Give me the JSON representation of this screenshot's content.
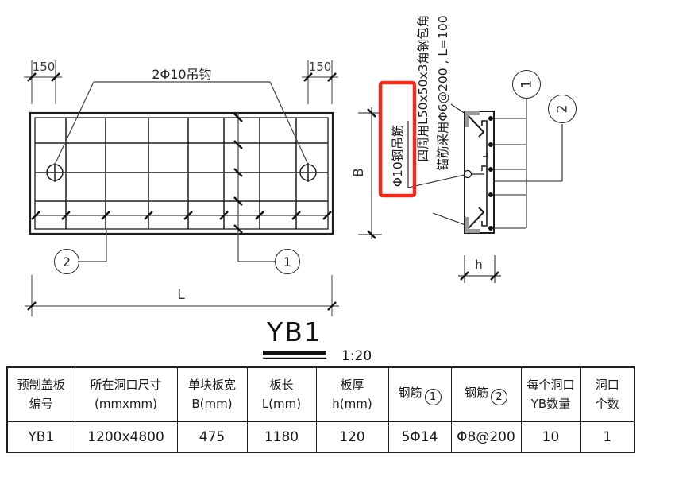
{
  "drawing": {
    "title": "YB1",
    "scale": "1:20",
    "plan": {
      "dim_left": "150",
      "dim_right": "150",
      "hook_label": "2Φ10吊钩",
      "length_label": "L",
      "balloon_left": "2",
      "balloon_right": "1"
    },
    "section": {
      "width_label": "B",
      "thickness_label": "h",
      "balloon_rebar1": "1",
      "balloon_rebar2": "2",
      "note_hanger": "Φ10钢吊筋",
      "note_angle": "四周用L50x50x3角钢包角",
      "note_anchor": "锚筋采用Φ6@200 , L=100"
    }
  },
  "table": {
    "headers": [
      {
        "line1": "预制盖板",
        "line2": "编号"
      },
      {
        "line1": "所在洞口尺寸",
        "line2": "(mmxmm)"
      },
      {
        "line1": "单块板宽",
        "line2": "B(mm)"
      },
      {
        "line1": "板长",
        "line2": "L(mm)"
      },
      {
        "line1": "板厚",
        "line2": "h(mm)"
      },
      {
        "label": "钢筋",
        "num": "1"
      },
      {
        "label": "钢筋",
        "num": "2"
      },
      {
        "line1": "每个洞口",
        "line2": "YB数量"
      },
      {
        "line1": "洞口",
        "line2": "个数"
      }
    ],
    "row": [
      "YB1",
      "1200x4800",
      "475",
      "1180",
      "120",
      "5Φ14",
      "Φ8@200",
      "10",
      "1"
    ]
  },
  "colors": {
    "highlight": "#ee2c1c",
    "line": "#1c1c1c",
    "dim_line": "#5c5c5c"
  }
}
